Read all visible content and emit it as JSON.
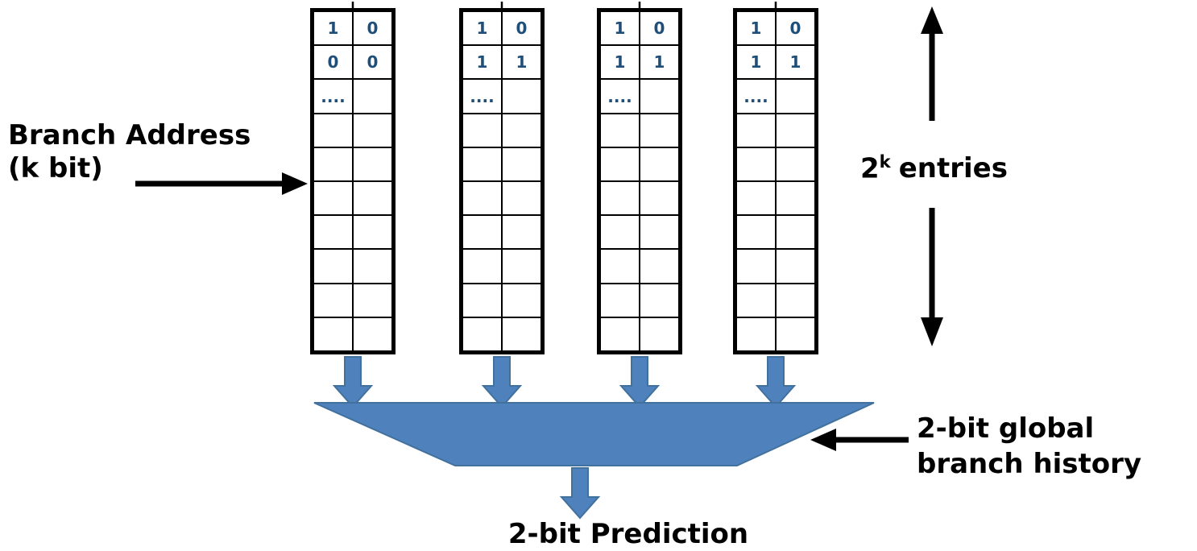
{
  "labels": {
    "branch_address_line1": "Branch Address",
    "branch_address_line2": "(k bit)",
    "entries_base": "2",
    "entries_sup": "k",
    "entries_rest": "entries",
    "history_line1": "2-bit global",
    "history_line2": "branch history",
    "prediction": "2-bit Prediction"
  },
  "tables": [
    {
      "row_count": 10,
      "cells": [
        [
          "1",
          "0"
        ],
        [
          "0",
          "0"
        ],
        [
          "....",
          ""
        ]
      ]
    },
    {
      "row_count": 10,
      "cells": [
        [
          "1",
          "0"
        ],
        [
          "1",
          "1"
        ],
        [
          "....",
          ""
        ]
      ]
    },
    {
      "row_count": 10,
      "cells": [
        [
          "1",
          "0"
        ],
        [
          "1",
          "1"
        ],
        [
          "....",
          ""
        ]
      ]
    },
    {
      "row_count": 10,
      "cells": [
        [
          "1",
          "0"
        ],
        [
          "1",
          "1"
        ],
        [
          "....",
          ""
        ]
      ]
    }
  ],
  "colors": {
    "table_value_text": "#1F4E79",
    "block_arrow_fill": "#4F81BD",
    "block_arrow_stroke": "#41719C",
    "line_color": "#000000"
  },
  "icons": {
    "mux": "multiplexer-trapezoid",
    "arrows": [
      "right-arrow",
      "up-arrow",
      "down-arrow",
      "left-arrow",
      "block-down-arrow"
    ]
  }
}
